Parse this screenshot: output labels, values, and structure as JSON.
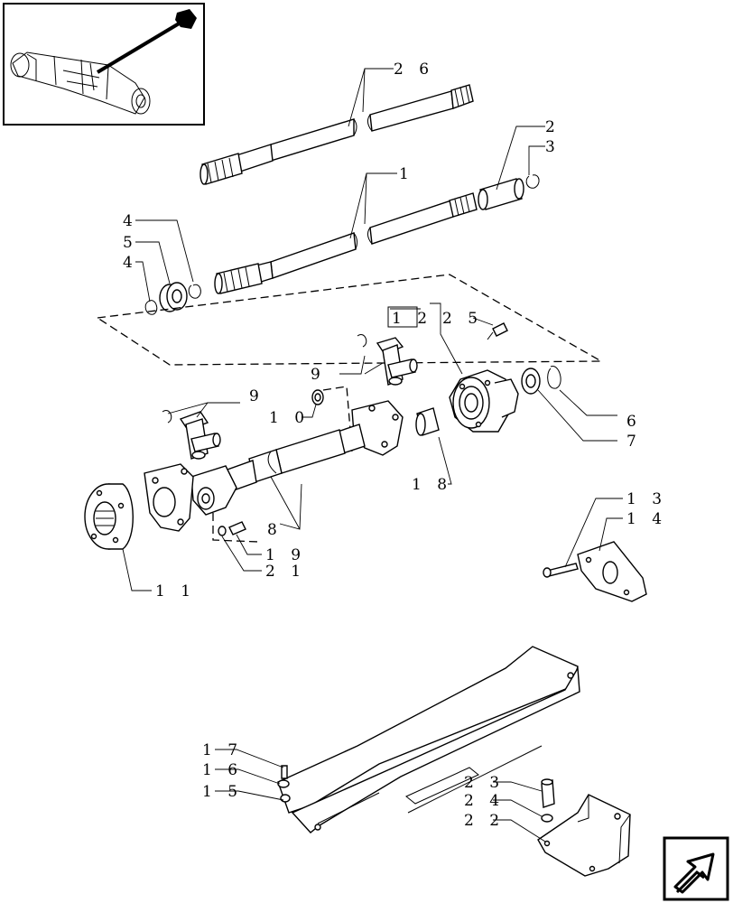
{
  "thumbnail": {
    "icon": "axle-assembly-thumbnail"
  },
  "nav_button": {
    "icon": "next-page-arrow-icon"
  },
  "callouts": [
    {
      "id": "c26",
      "text": "2 6"
    },
    {
      "id": "c1",
      "text": "1"
    },
    {
      "id": "c2",
      "text": "2"
    },
    {
      "id": "c3",
      "text": "3"
    },
    {
      "id": "c4a",
      "text": "4"
    },
    {
      "id": "c5",
      "text": "5"
    },
    {
      "id": "c4b",
      "text": "4"
    },
    {
      "id": "c12",
      "text": "1 2"
    },
    {
      "id": "c25",
      "text": "2 5"
    },
    {
      "id": "c9a",
      "text": "9"
    },
    {
      "id": "c9b",
      "text": "9"
    },
    {
      "id": "c10",
      "text": "1 0"
    },
    {
      "id": "c6",
      "text": "6"
    },
    {
      "id": "c7",
      "text": "7"
    },
    {
      "id": "c18",
      "text": "1 8"
    },
    {
      "id": "c8",
      "text": "8"
    },
    {
      "id": "c19",
      "text": "1 9"
    },
    {
      "id": "c21",
      "text": "2 1"
    },
    {
      "id": "c11",
      "text": "1 1"
    },
    {
      "id": "c13",
      "text": "1 3"
    },
    {
      "id": "c14",
      "text": "1 4"
    },
    {
      "id": "c17",
      "text": "1 7"
    },
    {
      "id": "c16",
      "text": "1 6"
    },
    {
      "id": "c15",
      "text": "1 5"
    },
    {
      "id": "c23",
      "text": "2 3"
    },
    {
      "id": "c24",
      "text": "2 4"
    },
    {
      "id": "c22",
      "text": "2 2"
    }
  ]
}
